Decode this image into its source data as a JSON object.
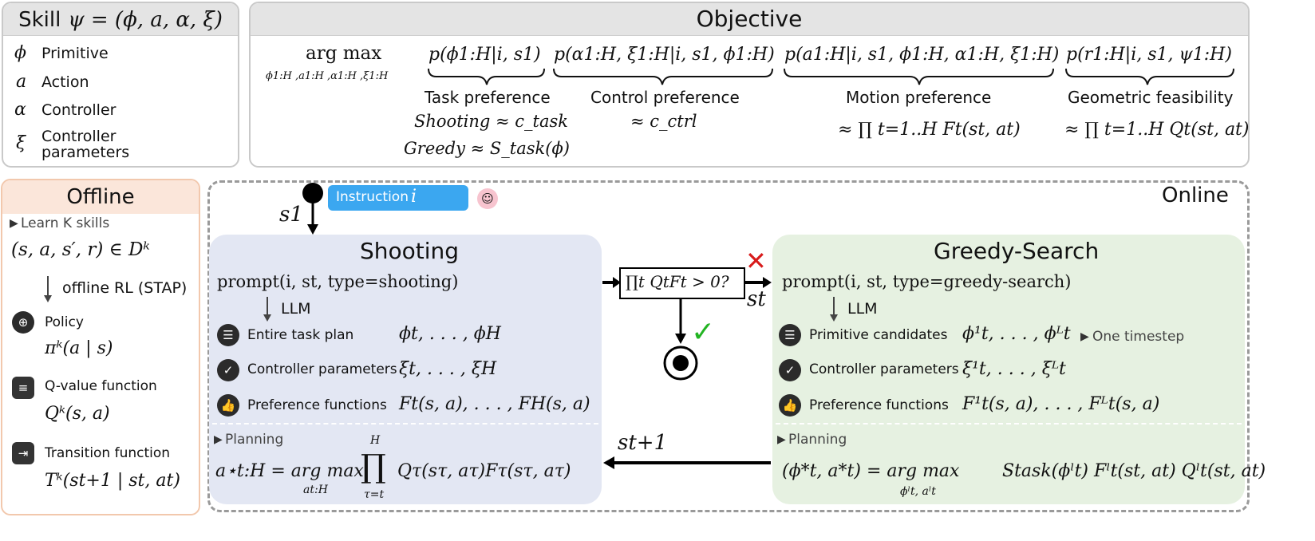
{
  "skill": {
    "title": "Skill ψ = (ϕ, a, α, ξ)",
    "rows": [
      {
        "sym": "ϕ",
        "label": "Primitive"
      },
      {
        "sym": "a",
        "label": "Action"
      },
      {
        "sym": "α",
        "label": "Controller"
      },
      {
        "sym": "ξ",
        "label": "Controller parameters"
      }
    ]
  },
  "objective": {
    "title": "Objective",
    "argmax": "arg max",
    "argmax_sub": "ϕ1:H ,a1:H ,α1:H ,ξ1:H",
    "terms": [
      {
        "expr": "p(ϕ1:H|i, s1)",
        "label": "Task preference",
        "approx1": "Shooting ≈ c_task",
        "approx2": "Greedy ≈ S_task(ϕ)"
      },
      {
        "expr": "p(α1:H, ξ1:H|i, s1, ϕ1:H)",
        "label": "Control preference",
        "approx1": "≈ c_ctrl"
      },
      {
        "expr": "p(a1:H|i, s1, ϕ1:H, α1:H, ξ1:H)",
        "label": "Motion preference",
        "approx1": "≈ ∏ t=1..H Ft(st, at)"
      },
      {
        "expr": "p(r1:H|i, s1, ψ1:H)",
        "label": "Geometric feasibility",
        "approx1": "≈ ∏ t=1..H Qt(st, at)"
      }
    ]
  },
  "offline": {
    "title": "Offline",
    "learn": "Learn K skills",
    "dataset": "(s, a, s′, r) ∈ Dᵏ",
    "rl": "offline RL (STAP)",
    "items": [
      {
        "icon": "gamepad-icon",
        "label": "Policy",
        "expr": "πᵏ(a | s)"
      },
      {
        "icon": "bar-chart-icon",
        "label": "Q-value function",
        "expr": "Qᵏ(s, a)"
      },
      {
        "icon": "transition-icon",
        "label": "Transition function",
        "expr": "Tᵏ(st+1 | st, at)"
      }
    ]
  },
  "online": {
    "title": "Online",
    "instruction": "Instruction",
    "instruction_var": "i",
    "s1": "s1",
    "st": "st",
    "st1": "st+1",
    "check": "∏t QtFt > 0?"
  },
  "shooting": {
    "title": "Shooting",
    "prompt": "prompt(i, st, type=shooting)",
    "llm": "LLM",
    "rows": [
      {
        "icon": "checklist-icon",
        "label": "Entire task plan",
        "expr": "ϕt, . . . , ϕH"
      },
      {
        "icon": "shield-check-icon",
        "label": "Controller parameters",
        "expr": "ξt, . . . , ξH"
      },
      {
        "icon": "thumbs-up-icon",
        "label": "Preference functions",
        "expr": "Ft(s, a), . . . , FH(s, a)"
      }
    ],
    "planning": "Planning",
    "plan_lhs": "a⋆t:H = arg max",
    "plan_sub": "at:H",
    "plan_rhs": "Qτ(sτ, aτ)Fτ(sτ, aτ)"
  },
  "greedy": {
    "title": "Greedy-Search",
    "prompt": "prompt(i, st, type=greedy-search)",
    "llm": "LLM",
    "rows": [
      {
        "icon": "checklist-icon",
        "label": "Primitive candidates",
        "expr": "ϕ¹t, . . . , ϕᴸt"
      },
      {
        "icon": "shield-check-icon",
        "label": "Controller parameters",
        "expr": "ξ¹t, . . . , ξᴸt"
      },
      {
        "icon": "thumbs-up-icon",
        "label": "Preference functions",
        "expr": "F¹t(s, a), . . . , Fᴸt(s, a)"
      }
    ],
    "one_timestep": "One timestep",
    "planning": "Planning",
    "plan_lhs": "(ϕ*t, a*t) = arg max",
    "plan_sub": "ϕˡt, aˡt",
    "plan_rhs": "Stask(ϕˡt) Fˡt(st, at) Qˡt(st, at)"
  },
  "colors": {
    "offline_bg": "#fbe6da",
    "offline_border": "#f2c8ad",
    "shooting_bg": "#e3e7f3",
    "greedy_bg": "#e6f1e1",
    "instruction_bg": "#3ba7f0",
    "cross": "#d81b1b",
    "check": "#22b422"
  }
}
